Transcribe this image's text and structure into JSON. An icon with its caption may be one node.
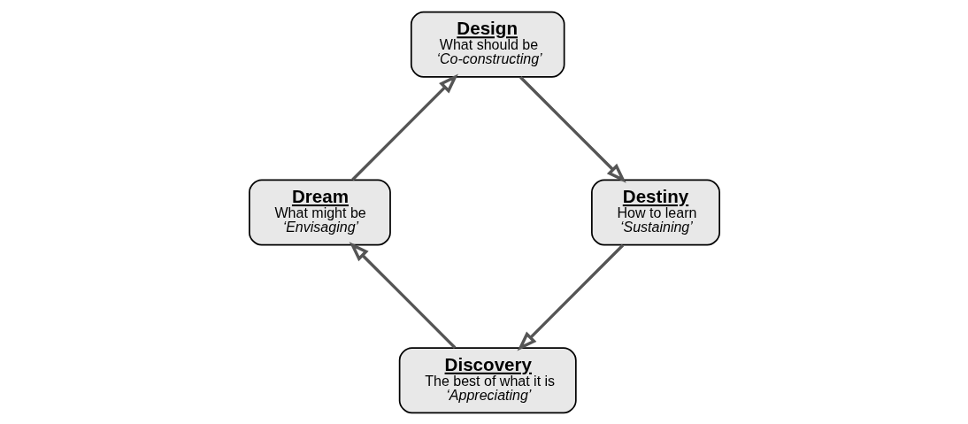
{
  "diagram": {
    "nodes": [
      {
        "text": [
          "Discovery",
          "The best of what it is",
          "‘Appreciating’"
        ]
      },
      {
        "text": [
          "Dream",
          "What might be",
          "‘Envisaging’"
        ]
      },
      {
        "text": [
          "Design",
          "What should be",
          "‘Co-constructing’"
        ]
      },
      {
        "text": [
          "Destiny",
          "How to learn",
          "‘Sustaining’"
        ]
      }
    ],
    "edges": [
      {
        "from": 0,
        "to": 1,
        "arrow": "to"
      },
      {
        "from": 1,
        "to": 2,
        "arrow": "to"
      },
      {
        "from": 2,
        "to": 3,
        "arrow": "to"
      },
      {
        "from": 3,
        "to": 0,
        "arrow": "to"
      }
    ]
  }
}
